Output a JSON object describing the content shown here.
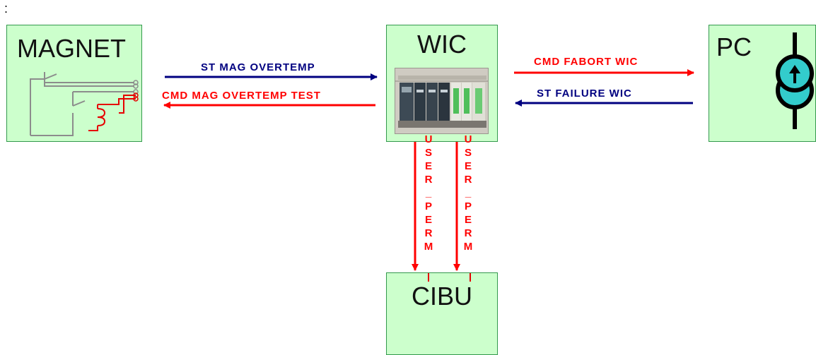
{
  "corner_mark": ":",
  "blocks": {
    "magnet": "MAGNET",
    "wic": "WIC",
    "pc": "PC",
    "cibu": "CIBU"
  },
  "signals": {
    "st_mag_overtemp": "ST  MAG  OVERTEMP",
    "cmd_mag_overtemp_test": "CMD  MAG  OVERTEMP  TEST",
    "cmd_fabort_wic": "CMD  FABORT  WIC",
    "st_failure_wic": "ST  FAILURE  WIC",
    "user_perm_a": "USER_PERM",
    "user_perm_b": "USER_PERM"
  },
  "colors": {
    "status_arrow": "#000080",
    "command_arrow": "#ff0000",
    "block_fill": "#ccffcc",
    "block_border": "#33994d",
    "pc_symbol_fill": "#33cccc"
  },
  "icons": {
    "magnet": "relay-coil-schematic-icon",
    "wic": "plc-rack-photo-icon",
    "pc": "current-source-symbol-icon"
  }
}
